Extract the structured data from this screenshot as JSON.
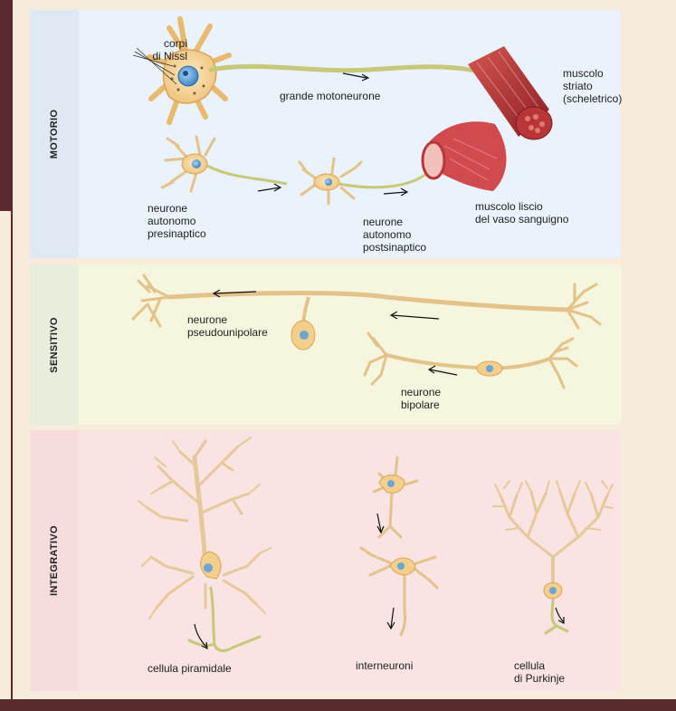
{
  "panels": {
    "motor": {
      "title": "MOTORIO",
      "labels": {
        "nissl_1": "corpi",
        "nissl_2": "di Nissl",
        "big_motor": "grande motoneurone",
        "striated_1": "muscolo",
        "striated_2": "striato",
        "striated_3": "(scheletrico)",
        "pre_1": "neurone",
        "pre_2": "autonomo",
        "pre_3": "presinaptico",
        "post_1": "neurone",
        "post_2": "autonomo",
        "post_3": "postsinaptico",
        "smooth_1": "muscolo liscio",
        "smooth_2": "del vaso sanguigno"
      }
    },
    "sensory": {
      "title": "SENSITIVO",
      "labels": {
        "pseudo_1": "neurone",
        "pseudo_2": "pseudounipolare",
        "bipolar_1": "neurone",
        "bipolar_2": "bipolare"
      }
    },
    "integrative": {
      "title": "INTEGRATIVO",
      "labels": {
        "pyramidal": "cellula piramidale",
        "interneurons": "interneuroni",
        "purkinje_1": "cellula",
        "purkinje_2": "di Purkinje"
      }
    }
  },
  "colors": {
    "cell_body": "#f6d9a0",
    "axon": "#c8c87a",
    "nucleus": "#6aa6d8",
    "muscle": "#b8363a"
  }
}
